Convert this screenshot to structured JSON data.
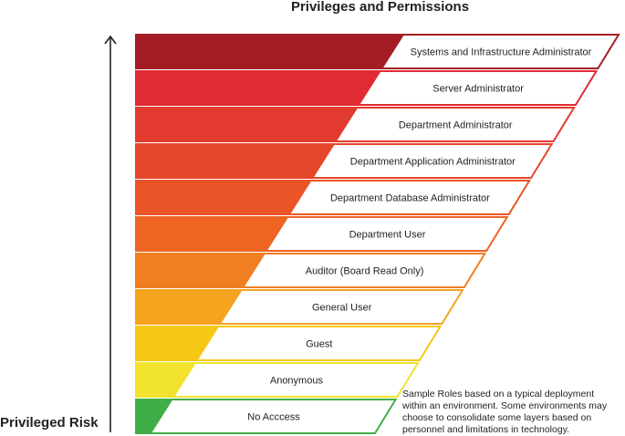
{
  "title": "Privileges and Permissions",
  "axis_label": "Privileged Risk",
  "note_lines": [
    "Sample Roles based on a typical deployment",
    "within an environment. Some environments may",
    "choose to consolidate some layers based on",
    "personnel and limitations in technology."
  ],
  "roles": [
    {
      "label": "Systems and Infrastructure Administrator",
      "color": "#a51d24"
    },
    {
      "label": "Server Administrator",
      "color": "#e02b34"
    },
    {
      "label": "Department Administrator",
      "color": "#e23a2e"
    },
    {
      "label": "Department Application Administrator",
      "color": "#e5472b"
    },
    {
      "label": "Department Database Administrator",
      "color": "#ea5426"
    },
    {
      "label": "Department User",
      "color": "#ed6423"
    },
    {
      "label": "Auditor (Board Read Only)",
      "color": "#f07f22"
    },
    {
      "label": "General User",
      "color": "#f6a31f"
    },
    {
      "label": "Guest",
      "color": "#f6c816"
    },
    {
      "label": "Anonymous",
      "color": "#f1e22e"
    },
    {
      "label": "No Acccess",
      "color": "#3fae49"
    }
  ]
}
